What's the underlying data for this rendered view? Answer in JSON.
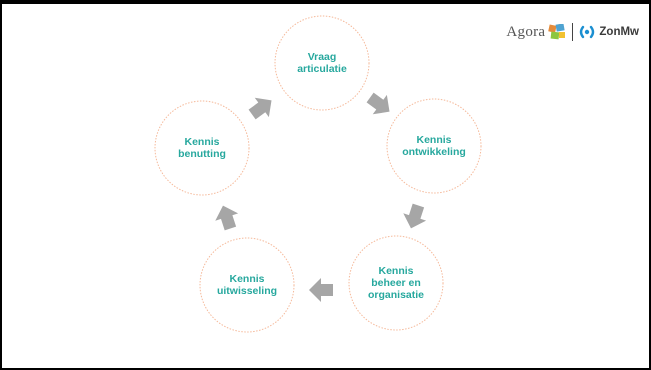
{
  "slide": {
    "logos": {
      "agora_text": "Agora",
      "zonmw_text": "ZonMw"
    },
    "colors": {
      "circle_stroke": "#f5b99a",
      "label_text": "#27a89e",
      "arrow_fill": "#a6a6a6"
    },
    "cycle": [
      {
        "label_lines": [
          "Vraag",
          "articulatie"
        ]
      },
      {
        "label_lines": [
          "Kennis",
          "ontwikkeling"
        ]
      },
      {
        "label_lines": [
          "Kennis",
          "beheer en",
          "organisatie"
        ]
      },
      {
        "label_lines": [
          "Kennis",
          "uitwisseling"
        ]
      },
      {
        "label_lines": [
          "Kennis",
          "benutting"
        ]
      }
    ]
  }
}
